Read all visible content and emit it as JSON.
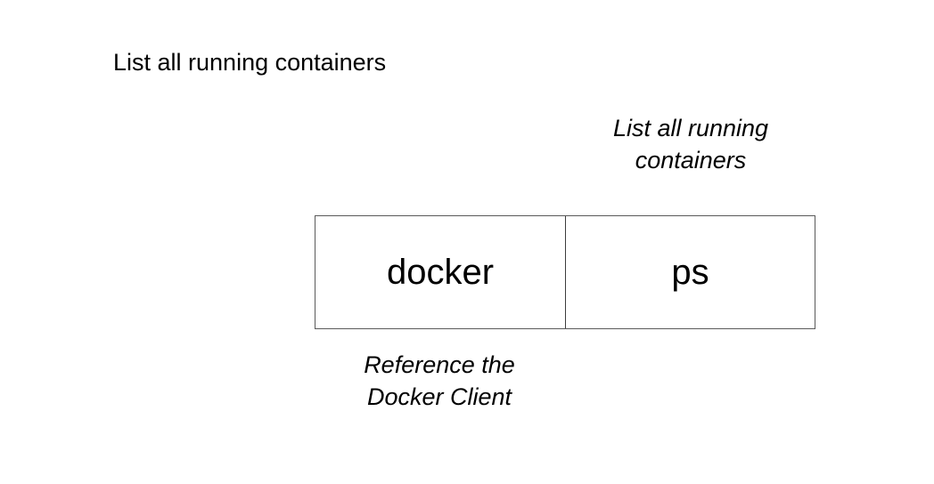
{
  "slide": {
    "title": "List all running containers",
    "diagram": {
      "top_annotation": "List all running\ncontainers",
      "bottom_annotation": "Reference the\nDocker Client",
      "command_parts": [
        {
          "text": "docker",
          "role": "docker-client"
        },
        {
          "text": "ps",
          "role": "subcommand"
        }
      ]
    },
    "colors": {
      "background": "#ffffff",
      "text": "#000000",
      "box_border": "#5a5a5a"
    }
  }
}
